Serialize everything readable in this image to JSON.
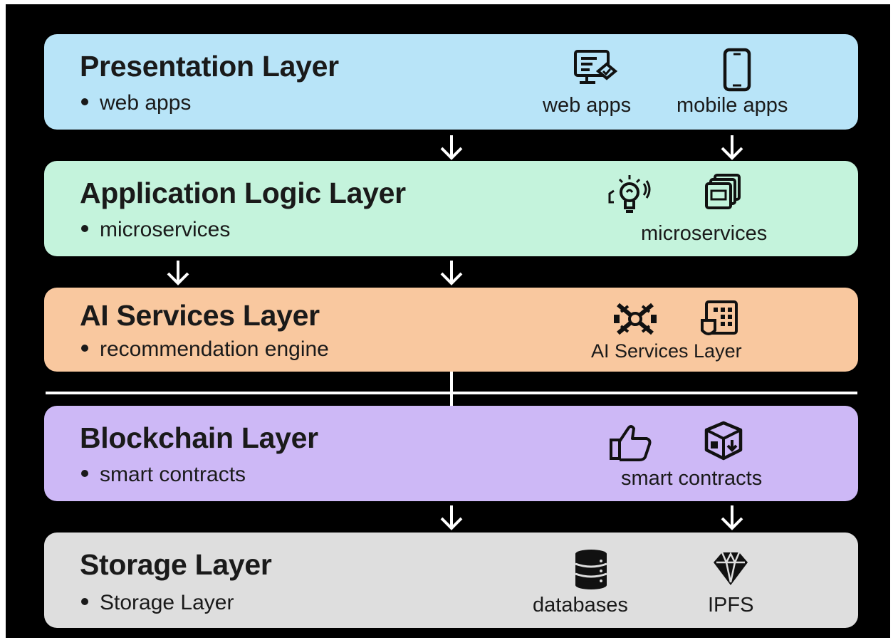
{
  "layers": {
    "presentation": {
      "title": "Presentation Layer",
      "bullet": "web apps",
      "captions": [
        "web apps",
        "mobile apps"
      ],
      "icons": [
        "web-app-monitor-icon",
        "mobile-phone-icon"
      ],
      "color": "#b8e4f8"
    },
    "application": {
      "title": "Application Logic Layer",
      "bullet": "microservices",
      "captions": [
        "microservices"
      ],
      "icons": [
        "lightbulb-signal-icon",
        "stacked-windows-icon"
      ],
      "color": "#c4f3dc"
    },
    "ai": {
      "title": "AI Services Layer",
      "bullet": "recommendation engine",
      "captions": [
        "AI Services Layer"
      ],
      "icons": [
        "circuit-network-icon",
        "grid-board-icon"
      ],
      "color": "#f9c89f"
    },
    "blockchain": {
      "title": "Blockchain Layer",
      "bullet": "smart contracts",
      "captions": [
        "smart contracts"
      ],
      "icons": [
        "thumbs-up-icon",
        "cube-download-icon"
      ],
      "color": "#cdb8f6"
    },
    "storage": {
      "title": "Storage Layer",
      "bullet": "Storage Layer",
      "captions": [
        "databases",
        "IPFS"
      ],
      "icons": [
        "database-icon",
        "diamond-icon"
      ],
      "color": "#dedede"
    }
  }
}
